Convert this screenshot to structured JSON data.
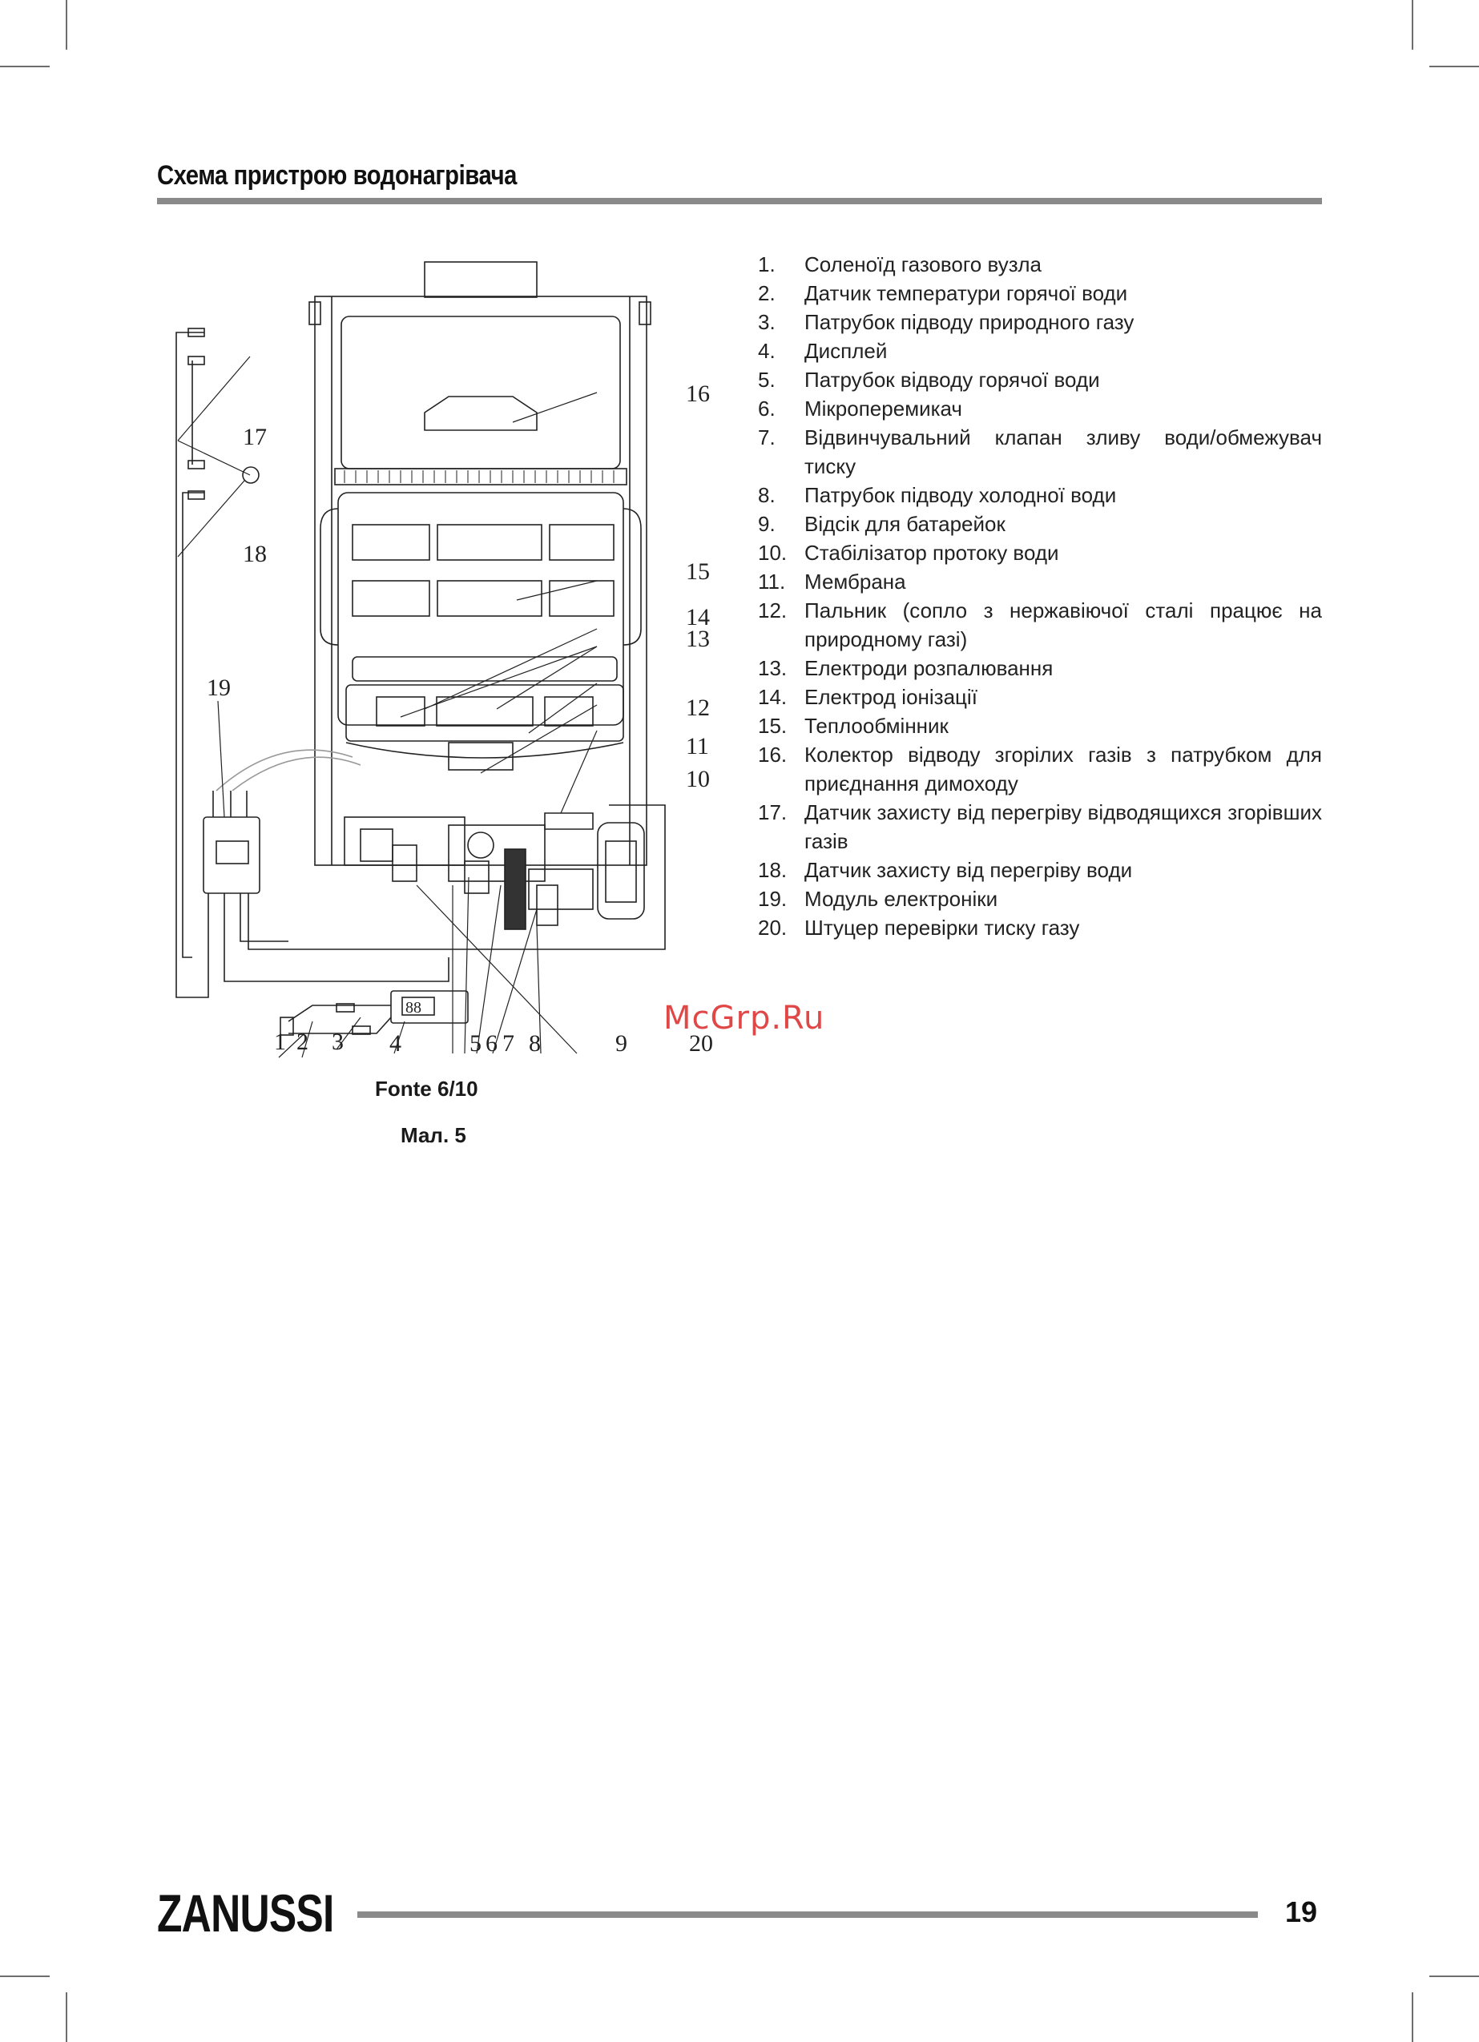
{
  "header": {
    "title": "Схема пристрою водонагрівача"
  },
  "legend": [
    {
      "num": "1.",
      "text": "Соленоїд газового вузла"
    },
    {
      "num": "2.",
      "text": "Датчик температури горячої води"
    },
    {
      "num": "3.",
      "text": "Патрубок підводу природного газу"
    },
    {
      "num": "4.",
      "text": "Дисплей"
    },
    {
      "num": "5.",
      "text": "Патрубок відводу горячої води"
    },
    {
      "num": "6.",
      "text": "Мікроперемикач"
    },
    {
      "num": "7.",
      "text": "Відвинчувальний клапан зливу води/обмежувач тиску"
    },
    {
      "num": "8.",
      "text": "Патрубок підводу холодної води"
    },
    {
      "num": "9.",
      "text": "Відсік для батарейок"
    },
    {
      "num": "10.",
      "text": "Стабілізатор протоку води"
    },
    {
      "num": "11.",
      "text": "Мембрана"
    },
    {
      "num": "12.",
      "text": "Пальник (сопло з нержавіючої сталі працює на природному газі)"
    },
    {
      "num": "13.",
      "text": "Електроди розпалювання"
    },
    {
      "num": "14.",
      "text": "Електрод іонізації"
    },
    {
      "num": "15.",
      "text": "Теплообмінник"
    },
    {
      "num": "16.",
      "text": "Колектор відводу згорілих газів з патрубком для приєднання димоходу"
    },
    {
      "num": "17.",
      "text": "Датчик захисту від перегріву відводящихся згорівших газів"
    },
    {
      "num": "18.",
      "text": "Датчик захисту від перегріву води"
    },
    {
      "num": "19.",
      "text": "Модуль електроніки"
    },
    {
      "num": "20.",
      "text": "Штуцер перевірки тиску газу"
    }
  ],
  "diagram": {
    "callouts": {
      "c1": "1",
      "c2": "2",
      "c3": "3",
      "c4": "4",
      "c5": "5",
      "c6": "6",
      "c7": "7",
      "c8": "8",
      "c9": "9",
      "c10": "10",
      "c11": "11",
      "c12": "12",
      "c13": "13",
      "c14": "14",
      "c15": "15",
      "c16": "16",
      "c17": "17",
      "c18": "18",
      "c19": "19",
      "c20": "20"
    },
    "display_readout": "88"
  },
  "caption": {
    "model": "Fonte 6/10",
    "figure": "Мал. 5"
  },
  "watermark": "McGrp.Ru",
  "footer": {
    "brand": "ZANUSSI",
    "page_number": "19"
  },
  "colors": {
    "rule": "#8a8a8a",
    "text": "#1a1a1a",
    "watermark": "#e04848"
  }
}
